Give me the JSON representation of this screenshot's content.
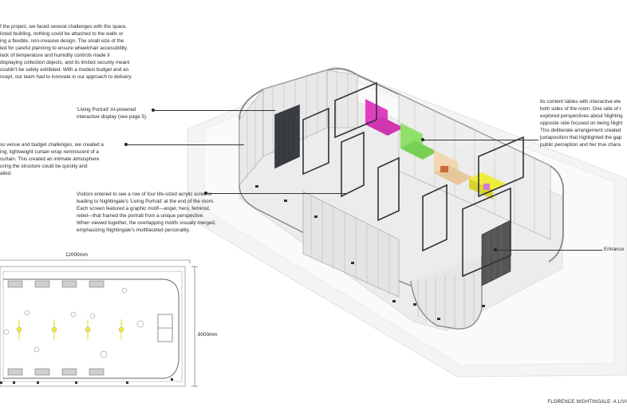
{
  "intro": {
    "lines": [
      "f the project, we faced several challenges with the space.",
      "listed building, nothing could be attached to the walls or",
      "ing a flexible, non-invasive design. The small size of the",
      "led for careful planning to ensure wheelchair accessibility.",
      "lack of temperature and humidity controls made it",
      "displaying collection objects, and its limited security meant",
      "couldn't be safely exhibited. With a modest budget and an",
      "ncept, our team had to innovate in our approach to delivery."
    ]
  },
  "annotations": {
    "living_portrait": [
      "'Living Portrait' AI-powered",
      "interactive display (see page 5)."
    ],
    "curtain": [
      "ss venue and budget challenges, we created a",
      "ing, lightweight curtain wrap reminiscent of a",
      "curtain. This created an intimate atmosphere",
      "uring the structure could be quickly and",
      "alled."
    ],
    "screens": [
      "Visitors entered to see a row of four life-sized acrylic screens",
      "leading to Nightingale's 'Living Portrait' at the end of the room.",
      "Each screen featured a graphic motif—angel, hero, feminist,",
      "rebel—that framed the portrait from a unique perspective.",
      "When viewed together, the overlapping motifs visually merged,",
      "emphasizing Nightingale's multifaceted personality."
    ],
    "tables": [
      "8x content tables with interactive ele",
      "both sides of the room. One side of t",
      "explored perspectives about Nighting",
      "opposite side focused on being Night",
      "This deliberate arrangement created",
      "juxtaposition that highlighted the gap",
      "public perception and her true chara"
    ],
    "entrance": "Entrance"
  },
  "plan": {
    "width_label": "12000mm",
    "height_label": "8000mm"
  },
  "footer": "FLORENCE NIGHTINGALE: A LIVI",
  "colors": {
    "magenta": "#e040c0",
    "green": "#8fe06a",
    "peach": "#f2d7b0",
    "yellow": "#f0ec3a",
    "frame": "#2f3338"
  }
}
